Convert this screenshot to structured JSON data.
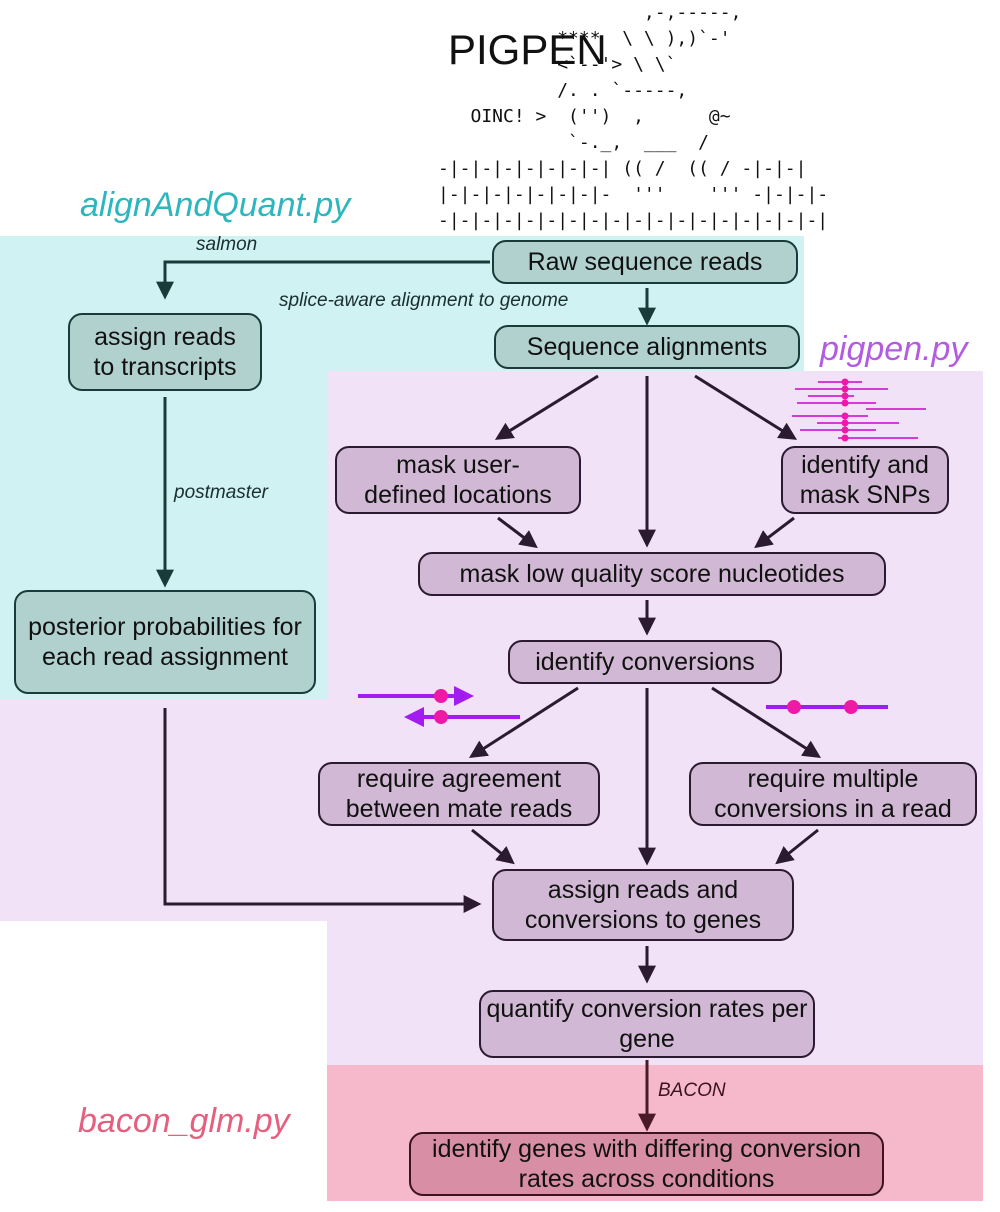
{
  "title": "PIGPEN",
  "ascii_art": [
    "                   ,-,-----,",
    "           ****  \\ \\ ),)`-'",
    "           <`--'> \\ \\`",
    "           /. . `-----,",
    "   OINC! >  ('')  ,      @~",
    "            `-._,  ___  /",
    "-|-|-|-|-|-|-|-| (( /  (( / -|-|-|",
    "|-|-|-|-|-|-|-|-  '''    ''' -|-|-|-",
    "-|-|-|-|-|-|-|-|-|-|-|-|-|-|-|-|-|-|"
  ],
  "scripts": {
    "align": "alignAndQuant.py",
    "pigpen": "pigpen.py",
    "bacon": "bacon_glm.py"
  },
  "nodes": {
    "raw_reads": "Raw sequence reads",
    "seq_align": "Sequence alignments",
    "assign_tx": "assign reads to transcripts",
    "posterior": "posterior probabilities for each read assignment",
    "mask_user": "mask user-defined locations",
    "mask_snp": "identify and mask SNPs",
    "mask_lowq": "mask low quality score nucleotides",
    "identify_conv": "identify conversions",
    "mate_agree": "require agreement between mate reads",
    "multi_conv": "require multiple conversions in a read",
    "assign_genes": "assign reads and conversions to genes",
    "quantify": "quantify conversion rates per gene",
    "diff_genes": "identify genes with differing conversion rates across conditions"
  },
  "edge_labels": {
    "salmon": "salmon",
    "splice": "splice-aware alignment to genome",
    "postmaster": "postmaster",
    "bacon": "BACON"
  },
  "colors": {
    "align_region": "#d1f2f3",
    "pigpen_region": "#f1e2f8",
    "bacon_region": "#f5b9cb",
    "align_label": "#2bb7bd",
    "pigpen_label": "#b35ce0",
    "bacon_label": "#e4607e",
    "read_line": "#a21cf2",
    "read_dot": "#ee1aa5"
  }
}
